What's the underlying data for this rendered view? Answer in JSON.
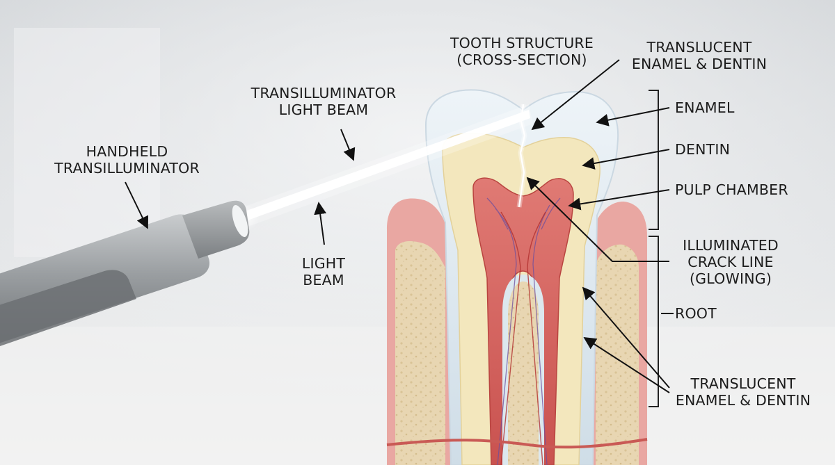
{
  "labels": {
    "tooth_structure": [
      "TOOTH STRUCTURE",
      "(CROSS-SECTION)"
    ],
    "translucent_top": [
      "TRANSLUCENT",
      "ENAMEL & DENTIN"
    ],
    "light_beam_top": [
      "TRANSILLUMINATOR",
      "LIGHT BEAM"
    ],
    "handheld": [
      "HANDHELD",
      "TRANSILLUMINATOR"
    ],
    "light_beam_mid": [
      "LIGHT",
      "BEAM"
    ],
    "enamel": "ENAMEL",
    "dentin": "DENTIN",
    "pulp_chamber": "PULP CHAMBER",
    "crack_line": [
      "ILLUMINATED",
      "CRACK LINE",
      "(GLOWING)"
    ],
    "root": "ROOT",
    "translucent_bottom": [
      "TRANSLUCENT",
      "ENAMEL & DENTIN"
    ]
  },
  "colors": {
    "background": "#e9ebed",
    "enamel": "#dfe9f0",
    "dentin": "#f2e7bf",
    "pulp": "#d9625e",
    "gum": "#e8a39e",
    "bone": "#e6d3ad",
    "device": "#8f9396",
    "beam": "#ffffff",
    "label_text": "#1c1c1c"
  }
}
